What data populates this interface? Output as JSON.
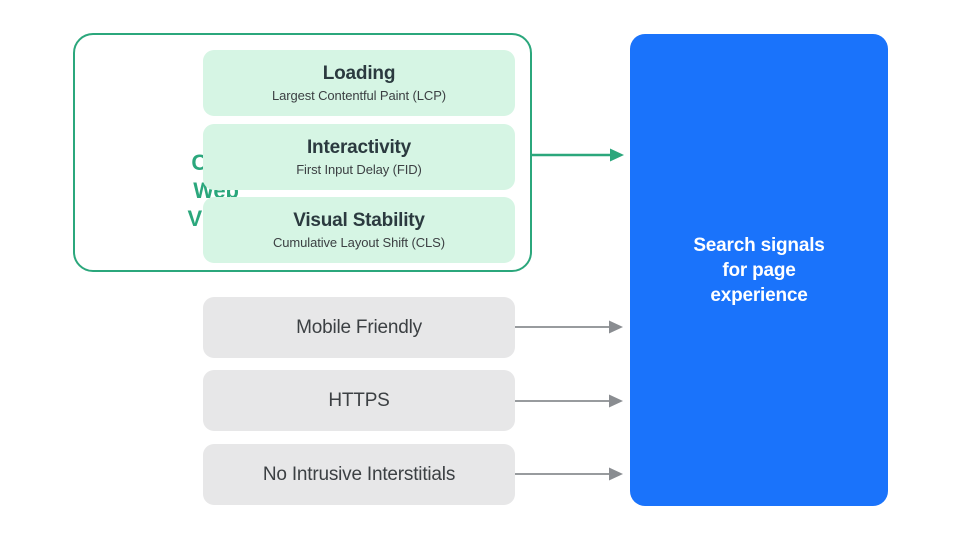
{
  "diagram": {
    "title": "Search signals for page experience",
    "colors": {
      "green_accent": "#2BA77C",
      "green_card_bg": "#D6F5E4",
      "gray_card_bg": "#E7E7E8",
      "blue_box_bg": "#1A73FB",
      "text_dark": "#3C4043",
      "arrow_gray": "#8A8D91"
    }
  },
  "core_web_vitals": {
    "group_label": "Core\nWeb\nVitals",
    "group_label_lines": [
      "Core",
      "Web",
      "Vitals"
    ],
    "metrics": [
      {
        "title": "Loading",
        "subtitle": "Largest Contentful Paint (LCP)"
      },
      {
        "title": "Interactivity",
        "subtitle": "First Input Delay (FID)"
      },
      {
        "title": "Visual Stability",
        "subtitle": "Cumulative Layout Shift (CLS)"
      }
    ],
    "arrow_icon": "arrow-right-icon"
  },
  "other_signals": [
    {
      "label": "Mobile Friendly",
      "arrow_icon": "arrow-right-icon"
    },
    {
      "label": "HTTPS",
      "arrow_icon": "arrow-right-icon"
    },
    {
      "label": "No Intrusive Interstitials",
      "arrow_icon": "arrow-right-icon"
    }
  ],
  "outcome": {
    "text": "Search signals\nfor page\nexperience",
    "lines": [
      "Search signals",
      "for page",
      "experience"
    ]
  }
}
